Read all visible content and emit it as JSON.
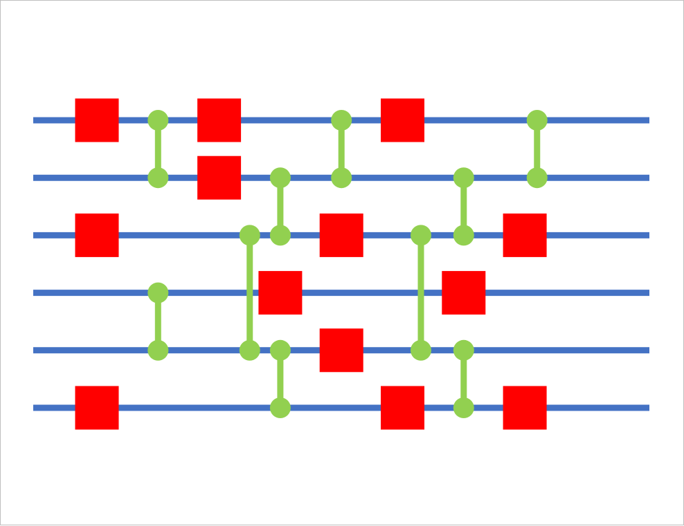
{
  "diagram": {
    "kind": "quantum-circuit",
    "qubit_count": 6,
    "colors": {
      "wire": "#4472C4",
      "single_gate": "#FF0000",
      "two_qubit_gate": "#92D050",
      "background": "#FFFFFF",
      "border": "#BFBFBF"
    },
    "single_qubit_gates": [
      {
        "qubit": 0,
        "step": 0
      },
      {
        "qubit": 2,
        "step": 0
      },
      {
        "qubit": 5,
        "step": 0
      },
      {
        "qubit": 0,
        "step": 2
      },
      {
        "qubit": 1,
        "step": 2
      },
      {
        "qubit": 3,
        "step": 3
      },
      {
        "qubit": 2,
        "step": 4
      },
      {
        "qubit": 4,
        "step": 4
      },
      {
        "qubit": 0,
        "step": 5
      },
      {
        "qubit": 5,
        "step": 5
      },
      {
        "qubit": 3,
        "step": 6
      },
      {
        "qubit": 2,
        "step": 7
      },
      {
        "qubit": 5,
        "step": 7
      }
    ],
    "two_qubit_gates": [
      {
        "qubits": [
          0,
          1
        ],
        "step": 1
      },
      {
        "qubits": [
          3,
          4
        ],
        "step": 1
      },
      {
        "qubits": [
          2,
          4
        ],
        "step": 2.5
      },
      {
        "qubits": [
          1,
          2
        ],
        "step": 3
      },
      {
        "qubits": [
          4,
          5
        ],
        "step": 3
      },
      {
        "qubits": [
          0,
          1
        ],
        "step": 4
      },
      {
        "qubits": [
          2,
          4
        ],
        "step": 5.3
      },
      {
        "qubits": [
          1,
          2
        ],
        "step": 6
      },
      {
        "qubits": [
          4,
          5
        ],
        "step": 6
      },
      {
        "qubits": [
          0,
          1
        ],
        "step": 7.2
      }
    ]
  }
}
